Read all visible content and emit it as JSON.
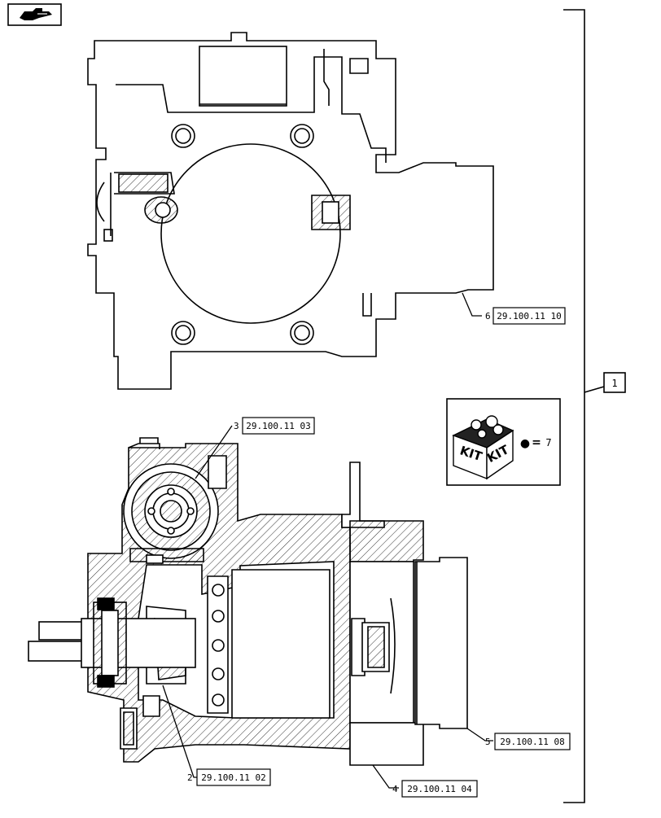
{
  "navigation": {
    "icon": "hand-pointer-icon",
    "tooltip": ""
  },
  "assembly": {
    "ref_number": "1"
  },
  "callouts": [
    {
      "item": "2",
      "ref": "29.100.11 02"
    },
    {
      "item": "3",
      "ref": "29.100.11 03"
    },
    {
      "item": "4",
      "ref": "29.100.11 04"
    },
    {
      "item": "5",
      "ref": "29.100.11 08"
    },
    {
      "item": "6",
      "ref": "29.100.11 10"
    }
  ],
  "kit": {
    "label_left": "KIT",
    "label_right": "KIT",
    "marker": "●",
    "equals": "=",
    "item": "7"
  }
}
